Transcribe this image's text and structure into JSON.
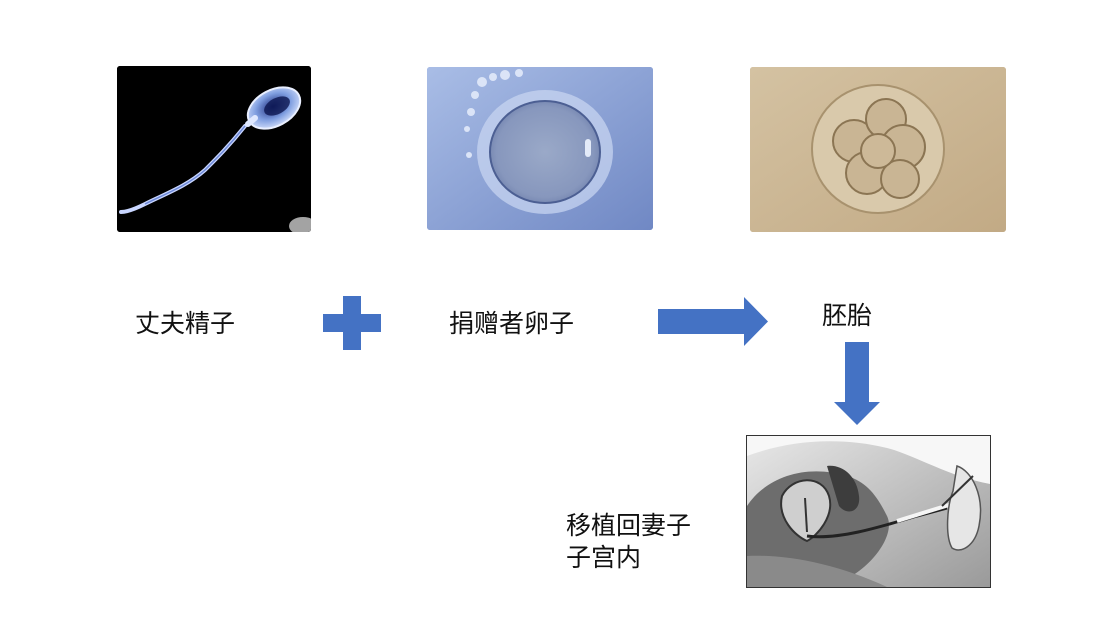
{
  "images": {
    "sperm": "sperm-micrograph",
    "egg": "oocyte-micrograph",
    "embryo": "embryo-micrograph",
    "transfer": "uterine-transfer-illustration"
  },
  "labels": {
    "husband_sperm": "丈夫精子",
    "donor_egg": "捐赠者卵子",
    "embryo": "胚胎",
    "transfer_line1": "移植回妻子",
    "transfer_line2": "子宫内"
  },
  "colors": {
    "accent": "#4472C4"
  }
}
